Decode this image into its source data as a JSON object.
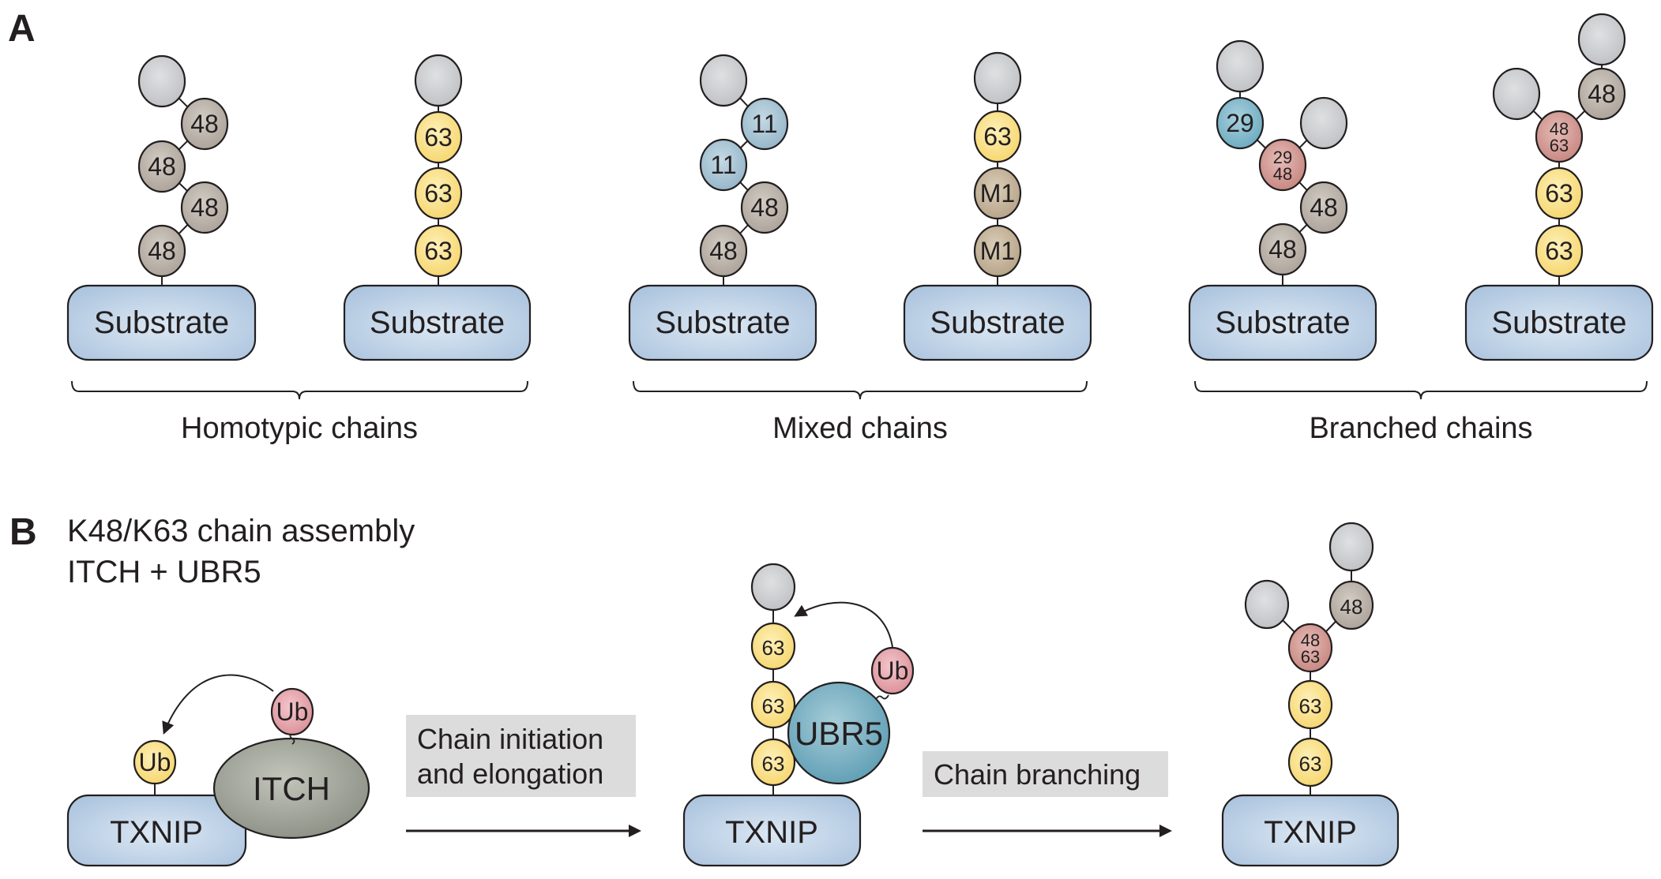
{
  "panel_a": {
    "letter": "A",
    "substrate_label": "Substrate",
    "groups": [
      {
        "label": "Homotypic chains"
      },
      {
        "label": "Mixed chains"
      },
      {
        "label": "Branched chains"
      }
    ],
    "chains": [
      {
        "name": "homotypic-k48",
        "group": 0,
        "units": [
          "48",
          "48",
          "48",
          "48",
          ""
        ]
      },
      {
        "name": "homotypic-k63",
        "group": 0,
        "units": [
          "63",
          "63",
          "63",
          ""
        ]
      },
      {
        "name": "mixed-k48-k11",
        "group": 1,
        "units": [
          "48",
          "48",
          "11",
          "11",
          ""
        ]
      },
      {
        "name": "mixed-m1-k63",
        "group": 1,
        "units": [
          "M1",
          "M1",
          "63",
          ""
        ]
      },
      {
        "name": "branched-k29-k48",
        "group": 2,
        "units": [
          "48",
          "48",
          "29/48",
          "29",
          "",
          ""
        ]
      },
      {
        "name": "branched-k48-k63",
        "group": 2,
        "units": [
          "63",
          "63",
          "48/63",
          "48",
          "",
          ""
        ]
      }
    ]
  },
  "panel_b": {
    "letter": "B",
    "title_line1": "K48/K63 chain assembly",
    "title_line2": "ITCH + UBR5",
    "substrate_label": "TXNIP",
    "ub_label": "Ub",
    "ligase1": "ITCH",
    "ligase2": "UBR5",
    "step1_line1": "Chain initiation",
    "step1_line2": "and elongation",
    "step2": "Chain branching",
    "stage2_units": [
      "63",
      "63",
      "63",
      ""
    ],
    "stage3_units": [
      "63",
      "63",
      "48/63",
      "48",
      "",
      ""
    ]
  },
  "colors": {
    "distal_gray": "#cfd0d2",
    "k48": "#bdb5ac",
    "k63": "#fbe28b",
    "k11": "#a9c7d6",
    "k29": "#8ebfd1",
    "m1": "#c8b8a0",
    "branch_point": "#d6a09b",
    "ub_donor": "#e7a7ae",
    "substrate": "#bcd1e6",
    "itch": "#a7aa9f",
    "ubr5": "#79b1c4",
    "step_box": "#dcdcdc"
  }
}
